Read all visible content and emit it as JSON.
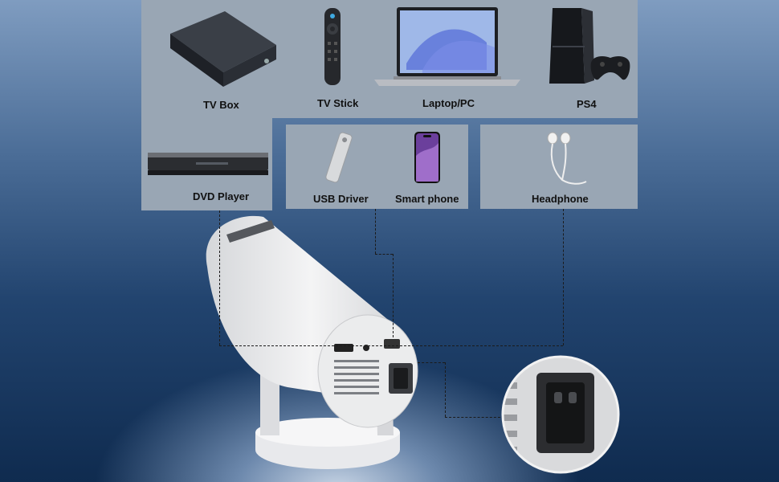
{
  "devices": {
    "tv_box": "TV Box",
    "tv_stick": "TV Stick",
    "laptop": "Laptop/PC",
    "ps4": "PS4",
    "dvd_player": "DVD Player",
    "usb_driver": "USB Driver",
    "smart_phone": "Smart phone",
    "headphone": "Headphone"
  },
  "colors": {
    "panel": "#99a6b4",
    "background_top": "#7f9cc0",
    "background_bottom": "#0f2b4f",
    "projector_body": "#e9eaec"
  },
  "icons": [
    "tv-box-icon",
    "tv-stick-remote-icon",
    "laptop-icon",
    "ps4-console-icon",
    "dvd-player-icon",
    "usb-drive-icon",
    "smartphone-icon",
    "earphones-icon",
    "projector-icon",
    "power-socket-icon"
  ]
}
